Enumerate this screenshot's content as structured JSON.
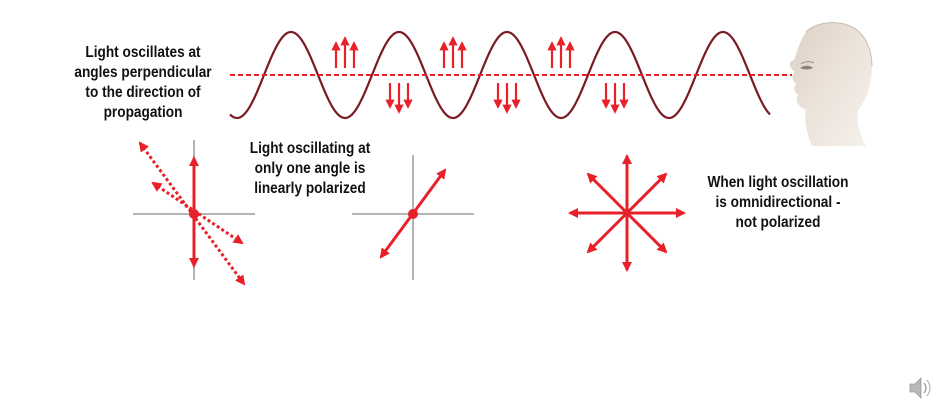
{
  "labels": {
    "propagation": [
      "Light oscillates at",
      "angles perpendicular",
      "to the direction of",
      "propagation"
    ],
    "linear": [
      "Light oscillating at",
      "only one angle is",
      "linearly polarized"
    ],
    "omni": [
      "When light oscillation",
      "is omnidirectional -",
      "not polarized"
    ]
  },
  "icons": {
    "viewer": "woman-head-profile-icon",
    "speaker": "speaker-icon"
  },
  "colors": {
    "wave": "#7a1a22",
    "arrow": "#e8202a",
    "axis": "#b4b4b4",
    "text": "#111111",
    "head": "#e9ddd2"
  }
}
